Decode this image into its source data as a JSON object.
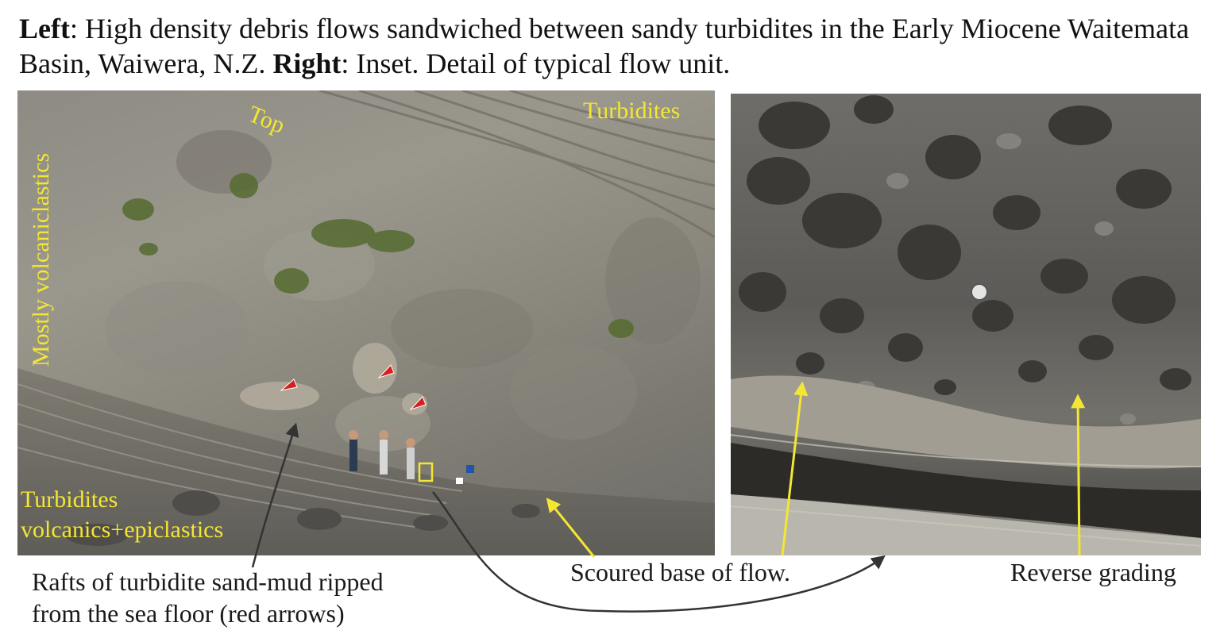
{
  "caption": {
    "left_label": "Left",
    "left_text": ": High density debris flows sandwiched between sandy turbidites in the Early Miocene Waitemata Basin, Waiwera, N.Z. ",
    "right_label": "Right",
    "right_text": ": Inset. Detail of typical flow unit."
  },
  "left_photo": {
    "labels": {
      "top": "Top",
      "turbidites_top": "Turbidites",
      "volcaniclastics": "Mostly volcaniclastics",
      "turbidites_bottom_1": "Turbidites",
      "turbidites_bottom_2": "volcanics+epiclastics"
    }
  },
  "annotations": {
    "rafts_line1": "Rafts of turbidite sand-mud ripped",
    "rafts_line2": "from the sea floor (red arrows)",
    "scoured": "Scoured base of flow.",
    "reverse": "Reverse grading"
  },
  "colors": {
    "label_yellow": "#f3e733",
    "raft_arrow_red": "#d42020",
    "leader_dark": "#333333"
  }
}
